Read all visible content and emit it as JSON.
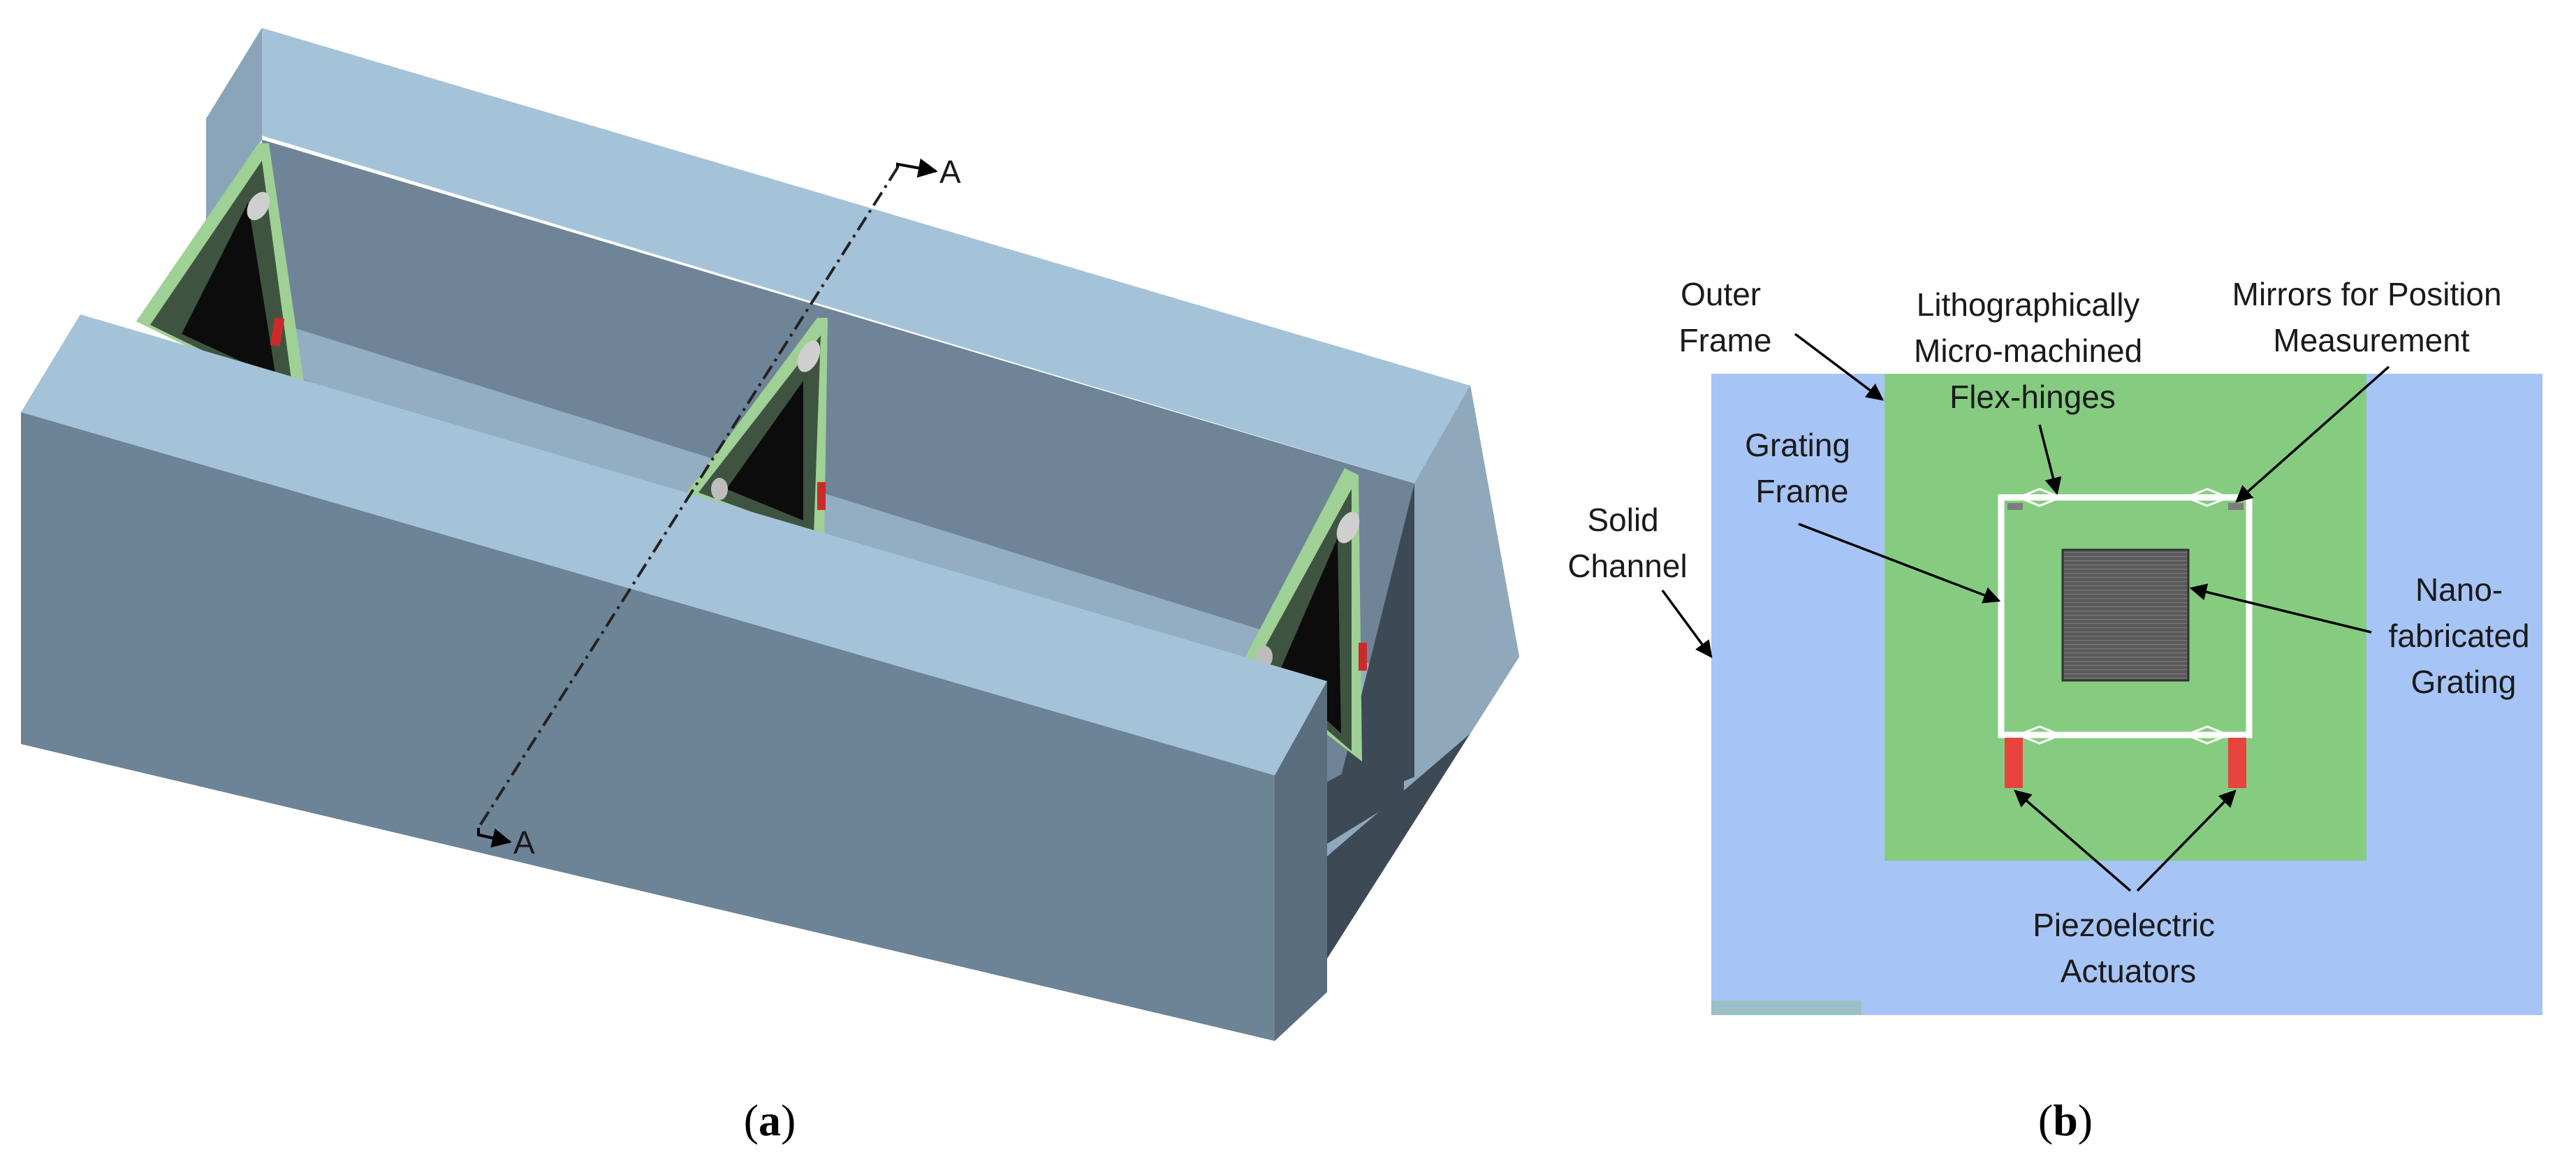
{
  "panel_a": {
    "caption_open": "(",
    "caption_letter": "a",
    "caption_close": ")",
    "section_marker_top": "A",
    "section_marker_bottom": "A",
    "colors": {
      "channel_top": "#a4c3d9",
      "channel_front": "#6d8396",
      "channel_side": "#3d4a55",
      "channel_inner": "#778b9c",
      "frame_green": "#8ec98d",
      "frame_dark": "#3e5440",
      "window_black": "#0c0c0c",
      "actuator_red": "#cc2a2a"
    }
  },
  "panel_b": {
    "caption_open": "(",
    "caption_letter": "b",
    "caption_close": ")",
    "labels": {
      "outer_frame": [
        "Outer",
        "Frame"
      ],
      "lithographic": [
        "Lithographically",
        "Micro-machined",
        "Flex-hinges"
      ],
      "mirrors": [
        "Mirrors for Position",
        "Measurement"
      ],
      "grating_frame": [
        "Grating",
        "Frame"
      ],
      "solid_channel": [
        "Solid",
        "Channel"
      ],
      "nano_grating": [
        "Nano-",
        "fabricated",
        "Grating"
      ],
      "piezo": [
        "Piezoelectric",
        "Actuators"
      ]
    },
    "colors": {
      "solid_channel": "#a6c4f5",
      "outer_frame": "#85cc80",
      "grating_frame": "#ffffff",
      "grating": "#595959",
      "actuator": "#e8433d",
      "mirror": "#7d7d7d"
    }
  }
}
